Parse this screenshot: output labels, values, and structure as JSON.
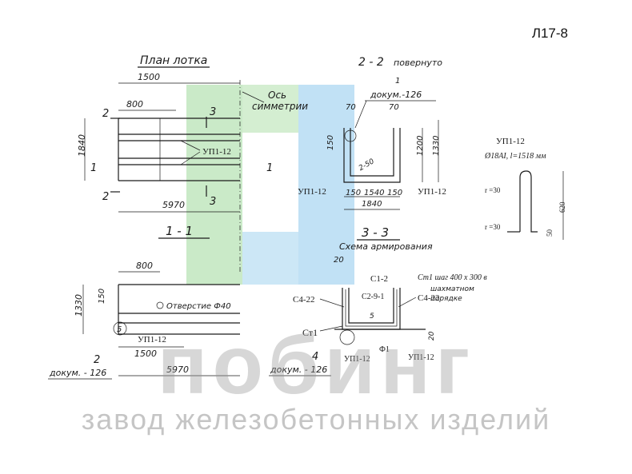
{
  "sheet_code": "Л17-8",
  "watermark": {
    "name": "побинг",
    "subtitle": "завод железобетонных изделий",
    "colors": {
      "green": "#9fd99a",
      "blue": "#8ec9ec",
      "text": "#9a9a9a"
    }
  },
  "plan": {
    "title": "План лотка",
    "dim_1500": "1500",
    "dim_800": "800",
    "dim_1840": "1840",
    "dim_5970": "5970",
    "axis_label_1": "Ось",
    "axis_label_2": "симметрии",
    "bar_label": "УП1-12",
    "cut_2": "2",
    "cut_3": "3",
    "cut_1": "1"
  },
  "section_22": {
    "title": "2 - 2",
    "note": "повернуто",
    "marker": "1",
    "doc_ref": "докум.-126",
    "dim_70a": "70",
    "dim_70b": "70",
    "dim_150": "150",
    "dim_1200": "1200",
    "dim_1330": "1330",
    "dim_250": "2-50",
    "dim_150a": "150",
    "dim_1540": "1540",
    "dim_150b": "150",
    "dim_1840": "1840",
    "bar_left": "УП1-12",
    "bar_right": "УП1-12"
  },
  "bar_detail": {
    "title": "УП1-12",
    "spec": "Ø18AI, l=1518 мм",
    "r_top": "r =30",
    "r_bottom": "r =30",
    "dim_620": "620",
    "dim_50": "50"
  },
  "section_11": {
    "title": "1 - 1",
    "dim_800": "800",
    "dim_150": "150",
    "dim_1330": "1330",
    "opening": "Отверстие Ф40",
    "marker_5": "5",
    "marker_2": "2",
    "bar_label": "УП1-12",
    "dim_1500": "1500",
    "dim_5970": "5970",
    "doc_ref": "докум. - 126"
  },
  "section_33": {
    "title": "3 - 3",
    "subtitle": "Схема армирования",
    "dim_20": "20",
    "c12": "С1-2",
    "ct1_note_1": "Ст1 шаг 400 x 300 в",
    "ct1_note_2": "шахматном",
    "ct1_note_3": "порядке",
    "c422_left": "С4-22",
    "c291": "С2-9-1",
    "c422_right": "С4-22",
    "ct1": "Ст1",
    "num_4": "4",
    "num_5": "5",
    "doc_ref": "докум. - 126",
    "up_a": "УП1-12",
    "f1": "Ф1",
    "up_b": "УП1-12",
    "dim_20b": "20"
  }
}
